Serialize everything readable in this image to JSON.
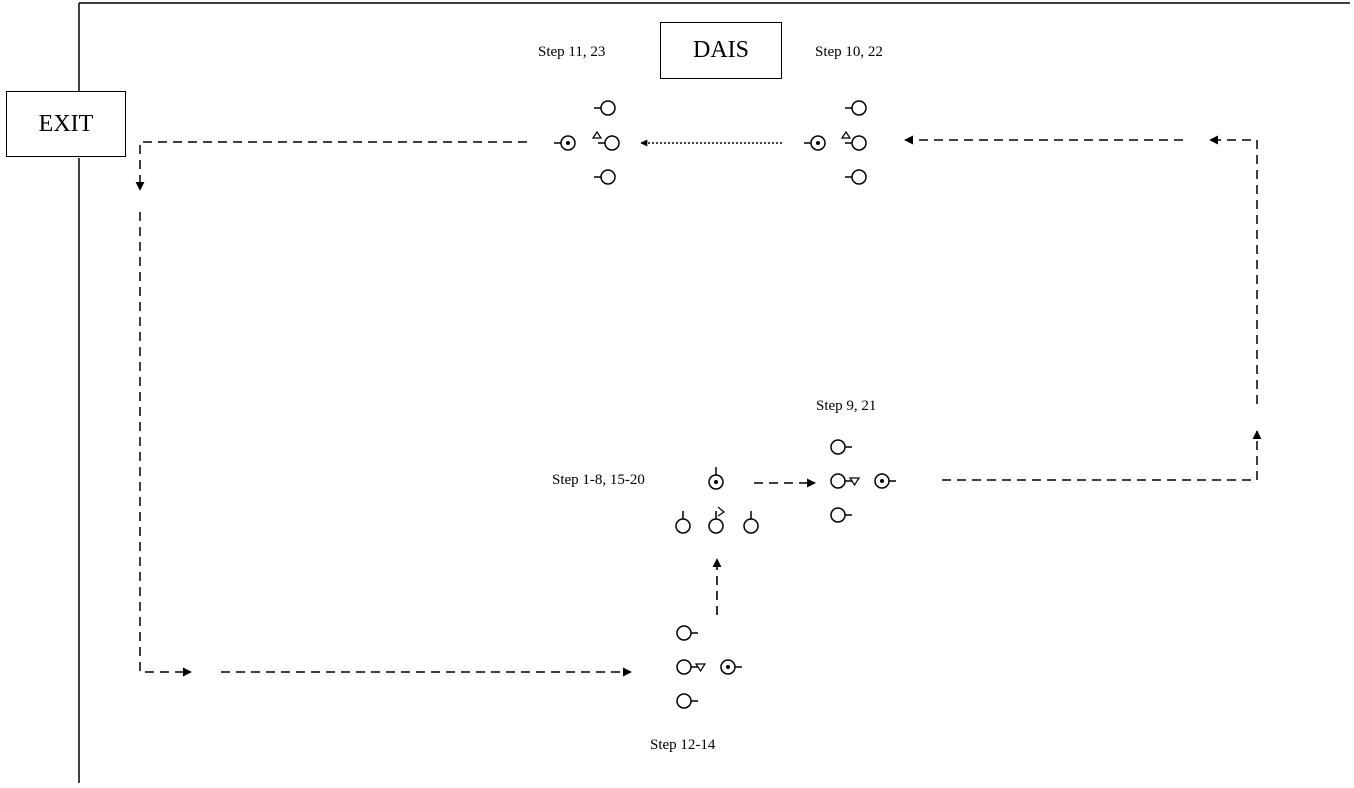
{
  "dais_label": "DAIS",
  "exit_label": "EXIT",
  "steps": {
    "step_11_23": "Step 11, 23",
    "step_10_22": "Step 10, 22",
    "step_9_21": "Step 9, 21",
    "step_1_8_15_20": "Step 1-8, 15-20",
    "step_12_14": "Step 12-14"
  },
  "colors": {
    "line": "#000000",
    "background": "#ffffff"
  }
}
